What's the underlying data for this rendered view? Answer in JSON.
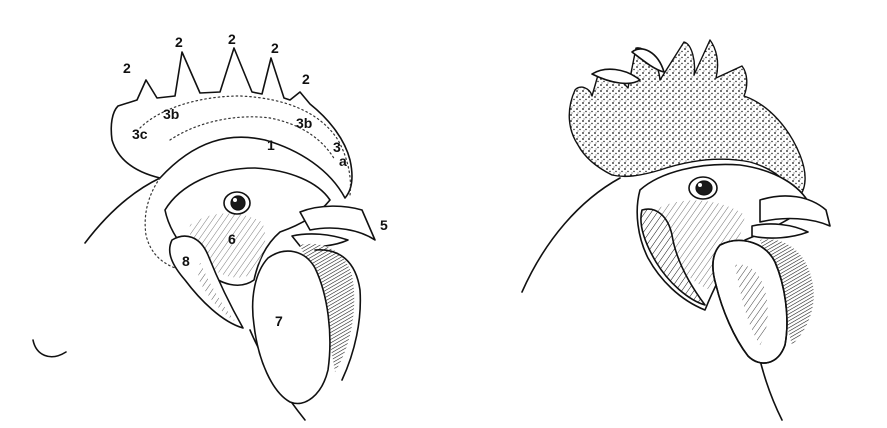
{
  "left_figure": {
    "labels": {
      "comb_point_1": "2",
      "comb_point_2": "2",
      "comb_point_3": "2",
      "comb_point_4": "2",
      "comb_point_5": "2",
      "comb_body": "1",
      "comb_base_left": "3b",
      "comb_base_right": "3b",
      "comb_blade": "3c",
      "comb_front": "3",
      "comb_front_sub": "a",
      "beak": "5",
      "face": "6",
      "wattle": "7",
      "earlobe": "8"
    }
  },
  "right_figure": {}
}
